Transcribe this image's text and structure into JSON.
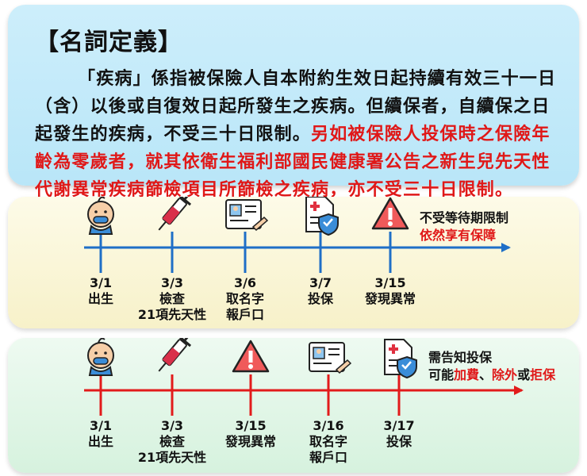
{
  "definition": {
    "title": "【名詞定義】",
    "text_black": "「疾病」係指被保險人自本附約生效日起持續有效三十一日（含）以後或自復效日起所發生之疾病。但續保者，自續保之日起發生的疾病，不受三十日限制。",
    "text_red": "另如被保險人投保時之保險年齡為零歲者，就其依衛生福利部國民健康署公告之新生兒先天性代謝異常疾病篩檢項目所篩檢之疾病，亦不受三十日限制。"
  },
  "timeline1": {
    "line_color": "#1f6fc7",
    "events": [
      {
        "date": "3/1",
        "label1": "出生",
        "label2": "",
        "icon": "baby-icon"
      },
      {
        "date": "3/3",
        "label1": "檢查",
        "label2": "21項先天性",
        "icon": "syringe-icon"
      },
      {
        "date": "3/6",
        "label1": "取名字",
        "label2": "報戶口",
        "icon": "id-document-icon"
      },
      {
        "date": "3/7",
        "label1": "投保",
        "label2": "",
        "icon": "insurance-document-icon"
      },
      {
        "date": "3/15",
        "label1": "發現異常",
        "label2": "",
        "icon": "warning-icon"
      }
    ],
    "note_line1": "不受等待期限制",
    "note_line2": "依然享有保障"
  },
  "timeline2": {
    "line_color": "#e21b1b",
    "events": [
      {
        "date": "3/1",
        "label1": "出生",
        "label2": "",
        "icon": "baby-icon"
      },
      {
        "date": "3/3",
        "label1": "檢查",
        "label2": "21項先天性",
        "icon": "syringe-icon"
      },
      {
        "date": "3/15",
        "label1": "發現異常",
        "label2": "",
        "icon": "warning-icon"
      },
      {
        "date": "3/16",
        "label1": "取名字",
        "label2": "報戶口",
        "icon": "id-document-icon"
      },
      {
        "date": "3/17",
        "label1": "投保",
        "label2": "",
        "icon": "insurance-document-icon"
      }
    ],
    "note_line1": "需告知投保",
    "note_line2_prefix": "可能",
    "note_red1": "加費",
    "note_sep1": "、",
    "note_red2": "除外",
    "note_sep2": "或",
    "note_red3": "拒保"
  }
}
